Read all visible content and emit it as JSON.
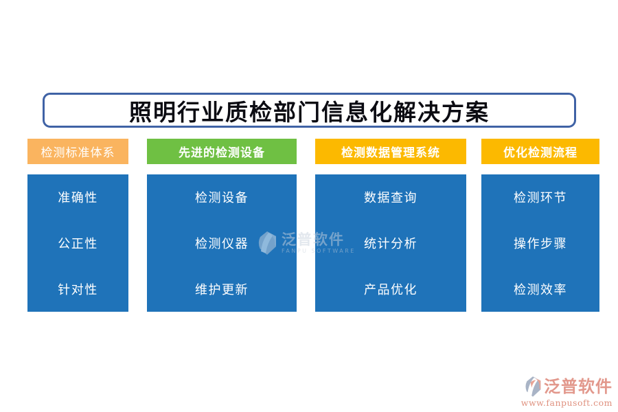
{
  "title": {
    "text": "照明行业质检部门信息化解决方案",
    "border_color": "#3f62a5"
  },
  "colors": {
    "column_body_blue": "#1f73b9",
    "header_orange": "#fab45f",
    "header_green": "#6fc043",
    "header_gold": "#fcb900",
    "footer_salmon": "#e2988c",
    "footer_url_salmon": "#df907e",
    "logo_gray_blue": "#a9b4c6",
    "logo_salmon": "#e8a395"
  },
  "columns": [
    {
      "header": "检测标准体系",
      "header_color": "#fab45f",
      "items": [
        "准确性",
        "公正性",
        "针对性"
      ]
    },
    {
      "header": "先进的检测设备",
      "header_color": "#6fc043",
      "items": [
        "检测设备",
        "检测仪器",
        "维护更新"
      ]
    },
    {
      "header": "检测数据管理系统",
      "header_color": "#fcb900",
      "items": [
        "数据查询",
        "统计分析",
        "产品优化"
      ]
    },
    {
      "header": "优化检测流程",
      "header_color": "#fcb900",
      "items": [
        "检测环节",
        "操作步骤",
        "检测效率"
      ]
    }
  ],
  "watermark": {
    "brand": "泛普软件",
    "subtext": "FANPU SOFTWARE"
  },
  "footer_logo": {
    "brand": "泛普软件",
    "url": "www.fanpusoft.com"
  }
}
